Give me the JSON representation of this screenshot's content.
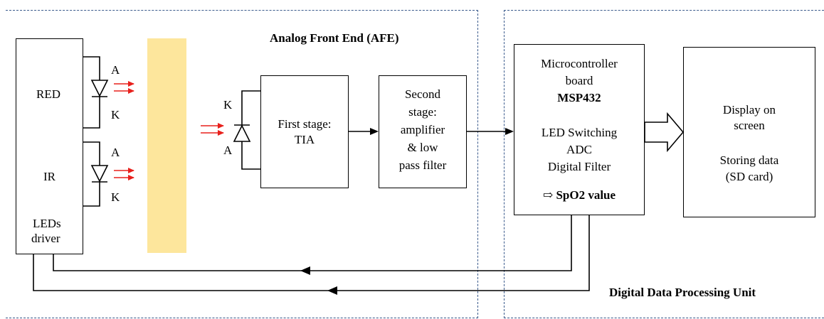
{
  "regions": {
    "afe_title": "Analog Front End (AFE)",
    "ddpu_title": "Digital Data Processing Unit"
  },
  "led_driver": {
    "red_label": "RED",
    "ir_label": "IR",
    "driver_line1": "LEDs",
    "driver_line2": "driver",
    "anode": "A",
    "cathode": "K"
  },
  "photodiode": {
    "cathode": "K",
    "anode": "A"
  },
  "first_stage": {
    "line1": "First stage:",
    "line2": "TIA"
  },
  "second_stage": {
    "line1": "Second",
    "line2": "stage:",
    "line3": "amplifier",
    "line4": "& low",
    "line5": "pass filter"
  },
  "mcu": {
    "line1": "Microcontroller",
    "line2": "board",
    "line3": "MSP432",
    "line4": "LED Switching",
    "line5": "ADC",
    "line6": "Digital Filter",
    "result_arrow": "⇨",
    "result": "SpO2 value"
  },
  "display": {
    "line1": "Display on",
    "line2": "screen",
    "line3": "Storing data",
    "line4": "(SD card)"
  },
  "colors": {
    "region_border": "#3a5a8c",
    "light_arrow": "#e8201c",
    "tissue": "#fde69c"
  }
}
